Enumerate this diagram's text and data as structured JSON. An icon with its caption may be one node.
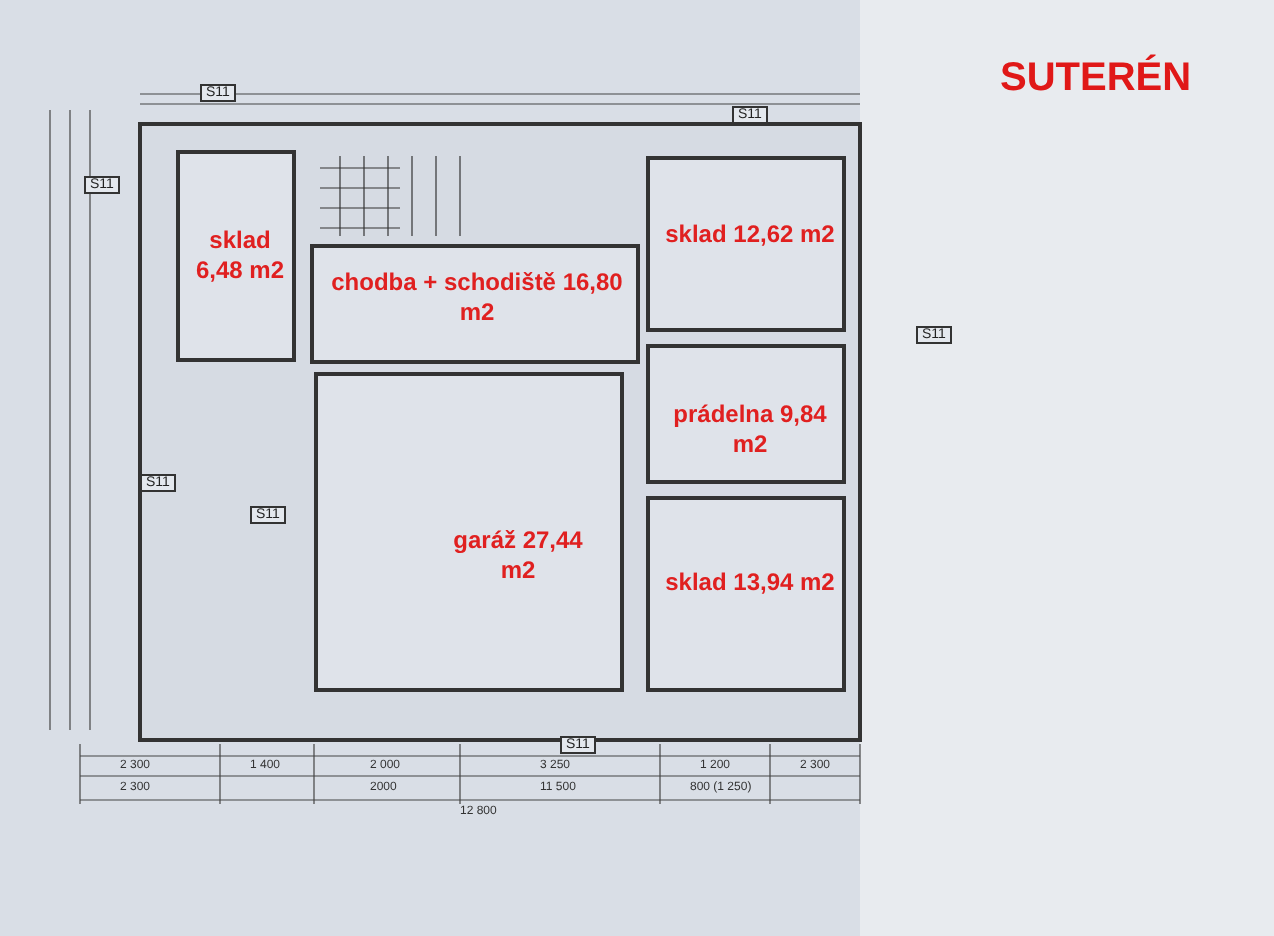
{
  "diagram": {
    "title": "SUTERÉN",
    "nodes": [
      {
        "text": [
          "sklad 6,48 m2"
        ]
      },
      {
        "text": [
          "chodba + schodiště 16,80 m2"
        ]
      },
      {
        "text": [
          "sklad 12,62 m2"
        ]
      },
      {
        "text": [
          "prádelna 9,84 m2"
        ]
      },
      {
        "text": [
          "garáž 27,44 m2"
        ]
      },
      {
        "text": [
          "sklad 13,94 m2"
        ]
      }
    ],
    "edges": [],
    "labels": [
      "S11",
      "S11",
      "S11",
      "S11",
      "S11",
      "S11",
      "S11",
      "2 300",
      "1 400",
      "2 000",
      "3 250",
      "1 200",
      "2 300",
      "2 300",
      "2000",
      "11 500",
      "800 (1 250)",
      "12 800"
    ]
  }
}
